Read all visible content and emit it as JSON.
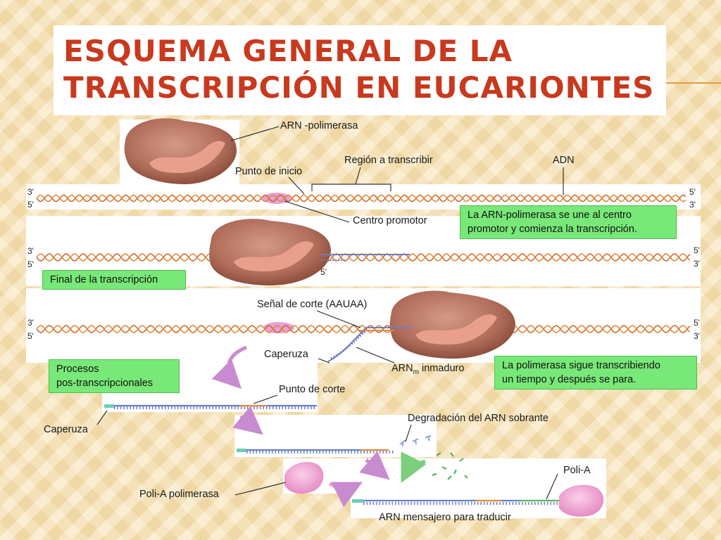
{
  "title": {
    "line1": "ESQUEMA GENERAL DE LA",
    "line2": "TRANSCRIPCIÓN EN EUCARIONTES"
  },
  "labels": {
    "arn_polimerasa": "ARN -polimerasa",
    "region_transcribir": "Región a transcribir",
    "adn": "ADN",
    "punto_inicio": "Punto de inicio",
    "centro_promotor": "Centro promotor",
    "senal_corte": "Señal de corte (AAUAA)",
    "caperuza_1": "Caperuza",
    "arnm_base": "ARN",
    "arnm_sub": "m",
    "arnm_rest": " inmaduro",
    "punto_corte": "Punto de corte",
    "caperuza_2": "Caperuza",
    "degradacion": "Degradación del ARN sobrante",
    "poli_a": "Poli-A",
    "poli_a_polimerasa": "Poli-A polimerasa",
    "arn_mensajero": "ARN mensajero para traducir"
  },
  "strand_ends": {
    "three": "3'",
    "five": "5'"
  },
  "boxes": {
    "une_line1": "La ARN-polimerasa se une al centro",
    "une_line2": "promotor y comienza la transcripción.",
    "final": "Final de la transcripción",
    "procesos_line1": "Procesos",
    "procesos_line2": "pos-transcripcionales",
    "sigue_line1": "La polimerasa sigue transcribiendo",
    "sigue_line2": "un tiempo y después se para."
  },
  "colors": {
    "title": "#c8391e",
    "dna_strand": "#d2692c",
    "dna_strand_2": "#e08a3c",
    "promoter": "#e08ad0",
    "polymerase": "#b06d5a",
    "mrna": "#6a7fc4",
    "green_box": "#78e878"
  }
}
